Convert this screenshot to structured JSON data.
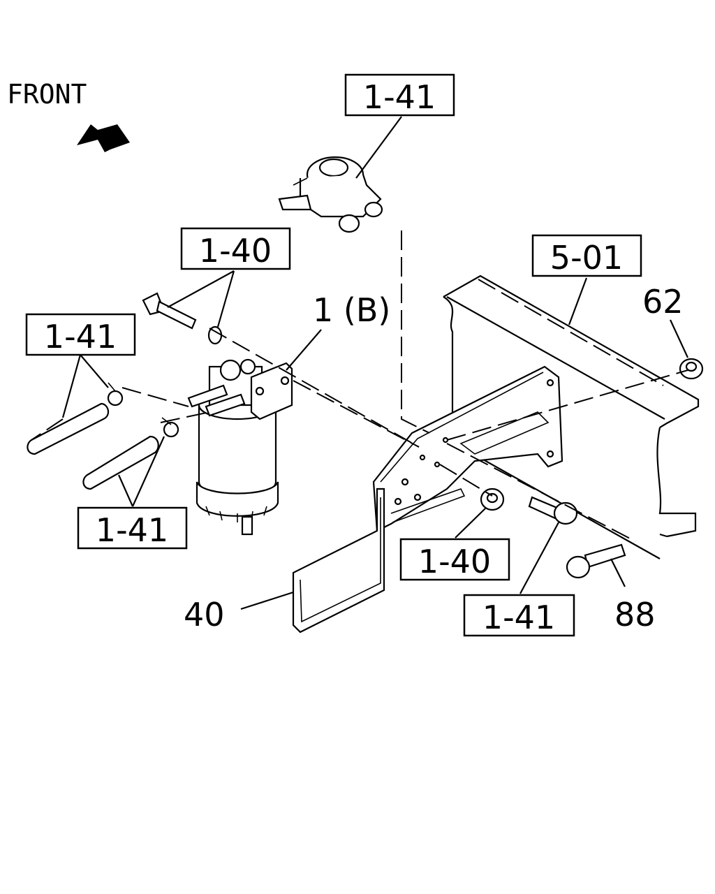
{
  "orientation": {
    "text": "FRONT"
  },
  "labels": {
    "valve_ref": "1-41",
    "bolt_ref": "1-40",
    "hose_upper_ref": "1-41",
    "hose_lower_ref": "1-41",
    "filter_ref": "1 (B)",
    "frame_ref": "5-01",
    "nut_ref": "62",
    "bracket_ref": "40",
    "nut_small_ref": "1-40",
    "bolt_small_ref": "1-41",
    "bolt_long_ref": "88"
  }
}
